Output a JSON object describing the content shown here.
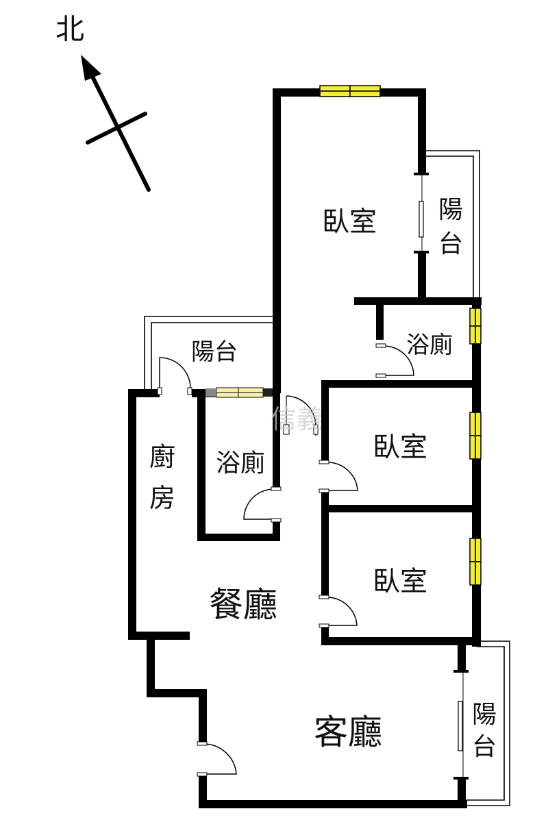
{
  "compass": {
    "north_label": "北",
    "icon": "north-arrow-icon"
  },
  "rooms": {
    "master_bedroom": {
      "label": "臥室"
    },
    "master_balcony": {
      "label_line1": "陽",
      "label_line2": "台"
    },
    "master_bath": {
      "label": "浴廁"
    },
    "back_balcony": {
      "label": "陽台"
    },
    "kitchen": {
      "label_line1": "廚",
      "label_line2": "房"
    },
    "common_bath": {
      "label": "浴廁"
    },
    "bedroom_2": {
      "label": "臥室"
    },
    "bedroom_3": {
      "label": "臥室"
    },
    "dining_room": {
      "label": "餐廳"
    },
    "living_room": {
      "label": "客廳"
    },
    "living_balcony": {
      "label_line1": "陽",
      "label_line2": "台"
    }
  },
  "watermark": {
    "text": "信義"
  },
  "colors": {
    "wall": "#000000",
    "window": "#f4ec3c",
    "background": "#ffffff"
  }
}
